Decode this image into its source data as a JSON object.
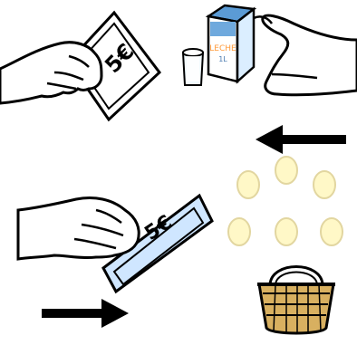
{
  "scene": {
    "top_note": {
      "label": "5€",
      "color": "#ffffff"
    },
    "milk_carton": {
      "label": "LECHE",
      "sub_label": "1L"
    },
    "bottom_note": {
      "label": "5€",
      "color": "#d6ebff"
    },
    "eggs": {
      "count": 6,
      "color": "#fff8c7"
    },
    "arrow_top_direction": "left",
    "arrow_bottom_direction": "right"
  }
}
